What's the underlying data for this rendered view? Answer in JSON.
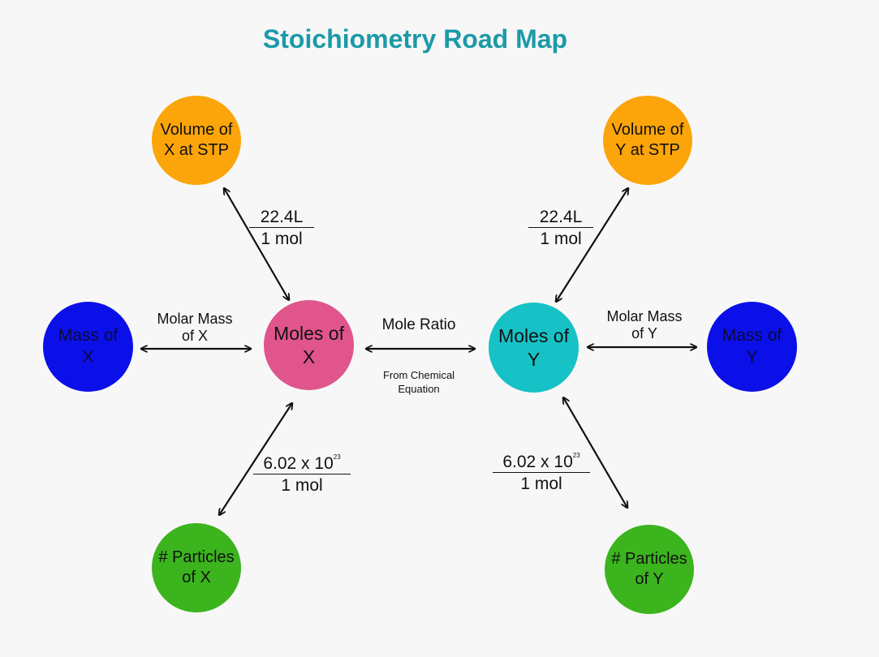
{
  "title": "Stoichiometry Road Map",
  "colors": {
    "title": "#1b9aa8",
    "orange": "#fca50a",
    "blue": "#0c10e8",
    "pink": "#e0558c",
    "teal": "#16c2c6",
    "green": "#3bb41e",
    "arrow": "#111111"
  },
  "nodes": {
    "volume_x": "Volume of\nX at STP",
    "volume_y": "Volume of\nY at STP",
    "mass_x": "Mass of\nX",
    "mass_y": "Mass of\nY",
    "moles_x": "Moles of\nX",
    "moles_y": "Moles of\nY",
    "particles_x": "# Particles\nof X",
    "particles_y": "# Particles\nof Y"
  },
  "conversions": {
    "volume_x": {
      "numerator": "22.4L",
      "denominator": "1 mol"
    },
    "volume_y": {
      "numerator": "22.4L",
      "denominator": "1 mol"
    },
    "particles_x": {
      "numerator": "6.02 x 10",
      "exponent": "23",
      "denominator": "1 mol"
    },
    "particles_y": {
      "numerator": "6.02 x 10",
      "exponent": "23",
      "denominator": "1 mol"
    },
    "molar_mass_x": "Molar Mass\nof X",
    "molar_mass_y": "Molar Mass\nof Y",
    "mole_ratio": "Mole Ratio",
    "mole_ratio_note": "From Chemical\nEquation"
  }
}
